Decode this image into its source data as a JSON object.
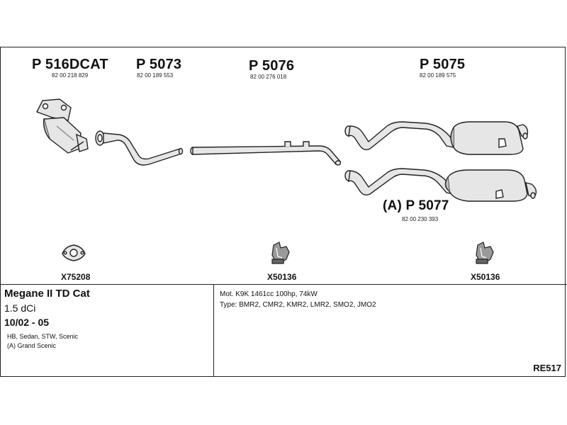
{
  "parts": {
    "cat": {
      "code": "P 516DCAT",
      "number": "82 00 218 829"
    },
    "front_pipe": {
      "code": "P 5073",
      "number": "82 00 189 553"
    },
    "middle_pipe": {
      "code": "P 5076",
      "number": "82 00 276 018"
    },
    "rear_silencer": {
      "code": "P 5075",
      "number": "82 00 189 575"
    },
    "rear_silencer_a": {
      "code": "(A) P 5077",
      "number": "82 00 230 393"
    }
  },
  "accessories": {
    "gasket": "X75208",
    "hanger_1": "X50136",
    "hanger_2": "X50136"
  },
  "vehicle": {
    "model": "Megane II TD Cat",
    "engine": "1.5 dCi",
    "years": "10/02 - 05",
    "body": "HB, Sedan, STW, Scenic",
    "variant_note": "(A) Grand Scenic"
  },
  "engine_info": {
    "motor": "Mot. K9K 1461cc 100hp, 74kW",
    "type": "Type: BMR2, CMR2, KMR2, LMR2, SMO2, JMO2"
  },
  "reference": "RE517",
  "colors": {
    "line": "#222222",
    "part_fill": "#e6e6e6",
    "shade": "#9a9a9a"
  }
}
